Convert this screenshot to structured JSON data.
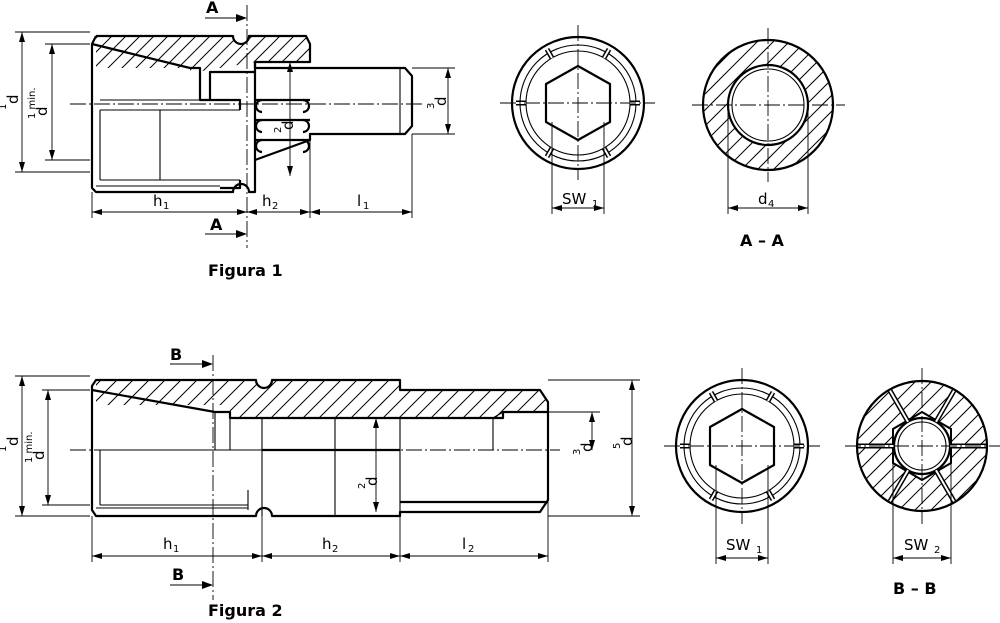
{
  "figures": [
    {
      "caption": "Figura 1",
      "section_marker": "A",
      "section_label": "A – A",
      "dimensions": {
        "d1": {
          "main": "d",
          "sub": "1"
        },
        "d1min": {
          "main": "d",
          "sub": "1 min."
        },
        "d2": {
          "main": "d",
          "sub": "2"
        },
        "d3": {
          "main": "d",
          "sub": "3"
        },
        "d4": {
          "main": "d",
          "sub": "4"
        },
        "h1": {
          "main": "h",
          "sub": "1"
        },
        "h2": {
          "main": "h",
          "sub": "2"
        },
        "l1": {
          "main": "l",
          "sub": "1"
        },
        "sw1": {
          "main": "SW",
          "sub": "1"
        }
      }
    },
    {
      "caption": "Figura 2",
      "section_marker": "B",
      "section_label": "B – B",
      "dimensions": {
        "d1": {
          "main": "d",
          "sub": "1"
        },
        "d1min": {
          "main": "d",
          "sub": "1 min."
        },
        "d2": {
          "main": "d",
          "sub": "2"
        },
        "d3": {
          "main": "d",
          "sub": "3"
        },
        "d5": {
          "main": "d",
          "sub": "5"
        },
        "h1": {
          "main": "h",
          "sub": "1"
        },
        "h2": {
          "main": "h",
          "sub": "2"
        },
        "l2": {
          "main": "l",
          "sub": "2"
        },
        "sw1": {
          "main": "SW",
          "sub": "1"
        },
        "sw2": {
          "main": "SW",
          "sub": "2"
        }
      }
    }
  ]
}
